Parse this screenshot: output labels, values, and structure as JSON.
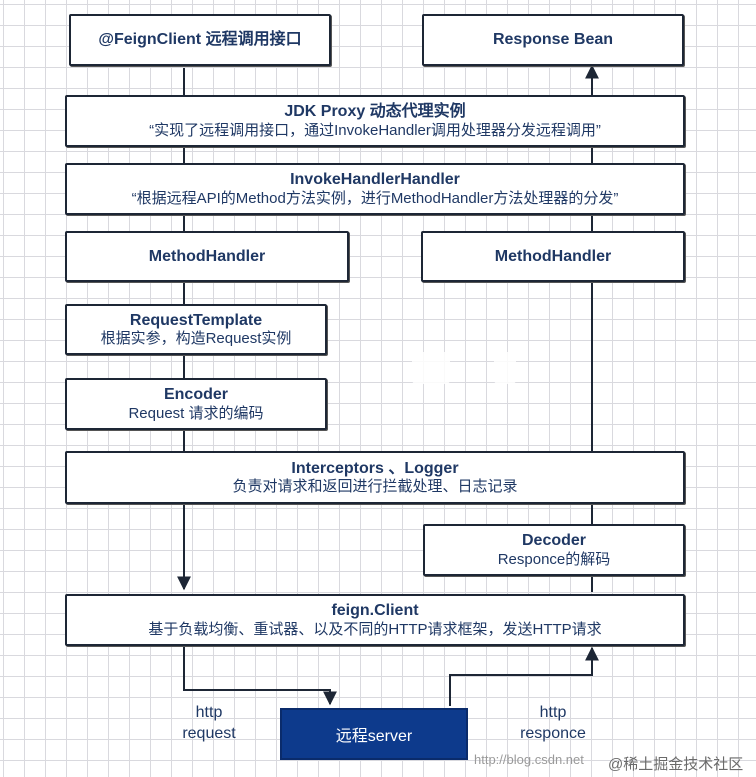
{
  "diagram": {
    "feign_client_interface": "@FeignClient 远程调用接口",
    "response_bean": "Response Bean",
    "jdk_proxy": {
      "title": "JDK Proxy 动态代理实例",
      "desc": "“实现了远程调用接口，通过InvokeHandler调用处理器分发远程调用”"
    },
    "invoke_handler": {
      "title": "InvokeHandlerHandler",
      "desc": "“根据远程API的Method方法实例，进行MethodHandler方法处理器的分发”"
    },
    "method_handler_left": "MethodHandler",
    "method_handler_right": "MethodHandler",
    "request_template": {
      "title": "RequestTemplate",
      "desc": "根据实参，构造Request实例"
    },
    "encoder": {
      "title": "Encoder",
      "desc": "Request 请求的编码"
    },
    "interceptors": {
      "title": "Interceptors 、Logger",
      "desc": "负责对请求和返回进行拦截处理、日志记录"
    },
    "decoder": {
      "title": "Decoder",
      "desc": "Responce的解码"
    },
    "feign_client": {
      "title": "feign.Client",
      "desc": "基于负载均衡、重试器、以及不同的HTTP请求框架，发送HTTP请求"
    },
    "remote_server": "远程server",
    "http_request": [
      "http",
      "request"
    ],
    "http_responce": [
      "http",
      "responce"
    ]
  },
  "watermarks": {
    "blog": "http://blog.csdn.net",
    "juejin": "@稀土掘金技术社区"
  },
  "colors": {
    "text": "#1f3864",
    "border": "#1d2635",
    "server_fill": "#0d3a8c",
    "grid": "#d9d9de"
  }
}
